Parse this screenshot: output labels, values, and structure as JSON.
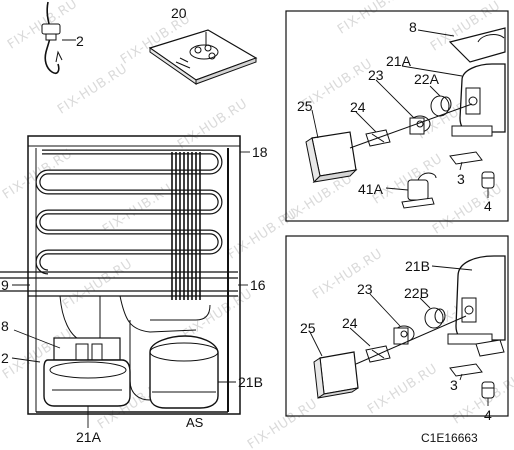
{
  "diagram": {
    "callouts": {
      "c20": "20",
      "c2_top": "2",
      "c18": "18",
      "c9": "9",
      "c16": "16",
      "c8_left": "8",
      "c2_left": "2",
      "c21B_left": "21B",
      "c21A_left": "21A",
      "as": "AS",
      "tr_8": "8",
      "tr_21A": "21A",
      "tr_23": "23",
      "tr_22A": "22A",
      "tr_25": "25",
      "tr_24": "24",
      "tr_3": "3",
      "tr_41A": "41A",
      "tr_4": "4",
      "br_21B": "21B",
      "br_23": "23",
      "br_22B": "22B",
      "br_25": "25",
      "br_24": "24",
      "br_3": "3",
      "br_4": "4"
    },
    "watermark": "FIX-HUB.RU",
    "diagram_code": "C1E16663"
  }
}
